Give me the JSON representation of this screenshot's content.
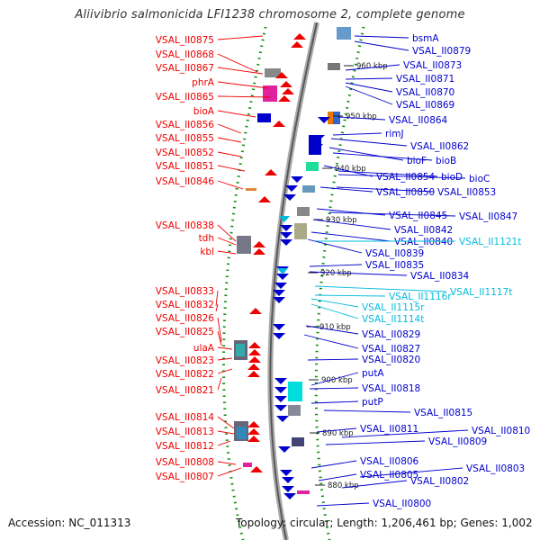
{
  "title": "Aliivibrio salmonicida LFI1238 chromosome 2, complete genome",
  "footer": {
    "accession": "Accession: NC_011313",
    "topology": "Topology: circular; Length: 1,206,461 bp; Genes: 1,002"
  },
  "colors": {
    "forward": "#ee0000",
    "reverse": "#0000cc",
    "rna": "#00bbdd",
    "backbone": "#999999"
  },
  "kbp_ticks": [
    "960 kbp",
    "950 kbp",
    "940 kbp",
    "930 kbp",
    "920 kbp",
    "910 kbp",
    "900 kbp",
    "890 kbp",
    "880 kbp"
  ],
  "left_labels": [
    "VSAL_II0875",
    "VSAL_II0868",
    "VSAL_II0867",
    "phrA",
    "VSAL_II0865",
    "bioA",
    "VSAL_II0856",
    "VSAL_II0855",
    "VSAL_II0852",
    "VSAL_II0851",
    "VSAL_II0846",
    "VSAL_II0838",
    "tdh",
    "kbl",
    "VSAL_II0833",
    "VSAL_II0832",
    "VSAL_II0826",
    "VSAL_II0825",
    "ulaA",
    "VSAL_II0823",
    "VSAL_II0822",
    "VSAL_II0821",
    "VSAL_II0814",
    "VSAL_II0813",
    "VSAL_II0812",
    "VSAL_II0808",
    "VSAL_II0807"
  ],
  "right_labels": [
    "bsmA",
    "VSAL_II0879",
    "VSAL_II0873",
    "VSAL_II0871",
    "VSAL_II0870",
    "VSAL_II0869",
    "VSAL_II0864",
    "rimJ",
    "VSAL_II0862",
    "bioF",
    "bioB",
    "VSAL_II0854",
    "bioD",
    "bioC",
    "VSAL_II0850",
    "VSAL_II0853",
    "VSAL_II0845",
    "VSAL_II0847",
    "VSAL_II0842",
    "VSAL_II0840",
    "VSAL_II1121t",
    "VSAL_II0839",
    "VSAL_II0835",
    "VSAL_II0834",
    "VSAL_II1117t",
    "VSAL_II1116r",
    "VSAL_II1115r",
    "VSAL_II1114t",
    "VSAL_II0829",
    "VSAL_II0827",
    "VSAL_II0820",
    "putA",
    "VSAL_II0818",
    "putP",
    "VSAL_II0815",
    "VSAL_II0811",
    "VSAL_II0810",
    "VSAL_II0809",
    "VSAL_II0806",
    "VSAL_II0803",
    "VSAL_II0805",
    "VSAL_II0802",
    "VSAL_II0800"
  ]
}
